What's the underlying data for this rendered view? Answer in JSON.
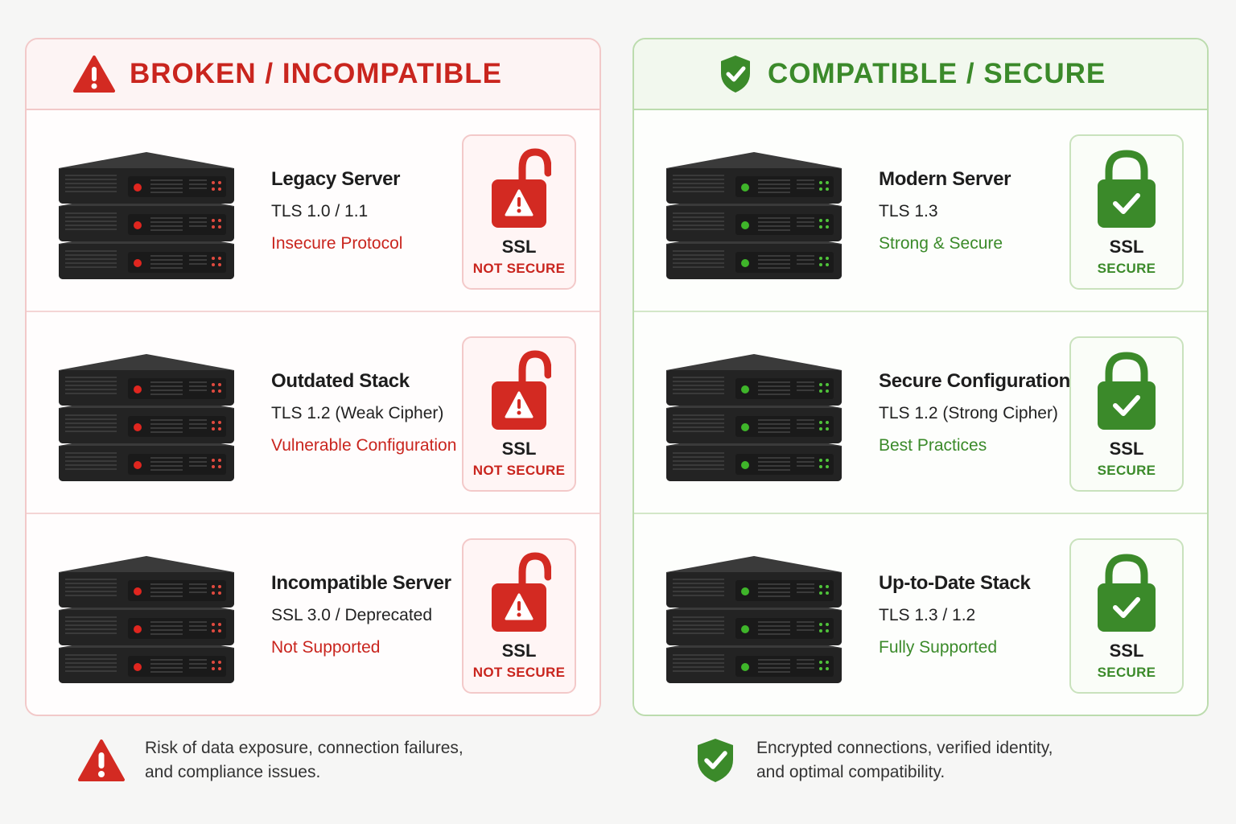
{
  "colors": {
    "bad": "#c9251e",
    "good": "#3b8a2a",
    "server": "#2a2a2a"
  },
  "left_panel": {
    "title": "BROKEN / INCOMPATIBLE",
    "icon": "warning-triangle-icon",
    "rows": [
      {
        "title": "Legacy Server",
        "protocol": "TLS 1.0 / 1.1",
        "status": "Insecure Protocol",
        "badge_ssl": "SSL",
        "badge_state": "NOT SECURE"
      },
      {
        "title": "Outdated Stack",
        "protocol": "TLS 1.2 (Weak Cipher)",
        "status": "Vulnerable Configuration",
        "badge_ssl": "SSL",
        "badge_state": "NOT SECURE"
      },
      {
        "title": "Incompatible Server",
        "protocol": "SSL 3.0 / Deprecated",
        "status": "Not Supported",
        "badge_ssl": "SSL",
        "badge_state": "NOT SECURE"
      }
    ],
    "footer": {
      "line1": "Risk of data exposure, connection failures,",
      "line2": "and compliance issues."
    }
  },
  "right_panel": {
    "title": "COMPATIBLE / SECURE",
    "icon": "shield-check-icon",
    "rows": [
      {
        "title": "Modern Server",
        "protocol": "TLS 1.3",
        "status": "Strong & Secure",
        "badge_ssl": "SSL",
        "badge_state": "SECURE"
      },
      {
        "title": "Secure Configuration",
        "protocol": "TLS 1.2 (Strong Cipher)",
        "status": "Best Practices",
        "badge_ssl": "SSL",
        "badge_state": "SECURE"
      },
      {
        "title": "Up-to-Date Stack",
        "protocol": "TLS 1.3 / 1.2",
        "status": "Fully Supported",
        "badge_ssl": "SSL",
        "badge_state": "SECURE"
      }
    ],
    "footer": {
      "line1": "Encrypted connections, verified identity,",
      "line2": "and optimal compatibility."
    }
  }
}
